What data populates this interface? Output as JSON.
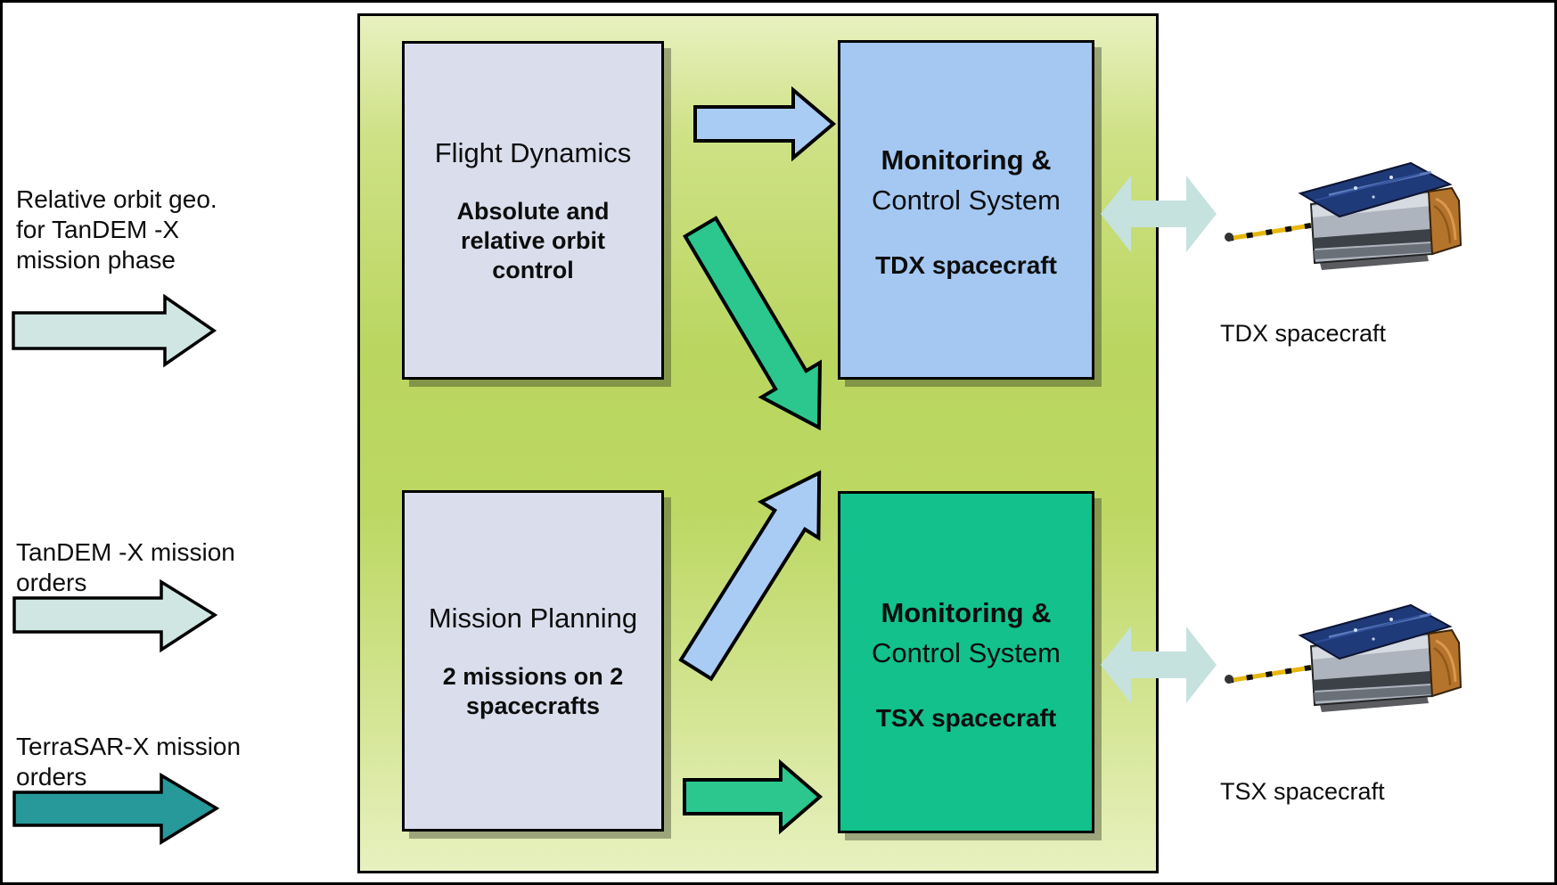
{
  "figure": {
    "description_colors": {
      "panel_green_mid": "#b9d65f",
      "panel_green_edge": "#e8f1c0",
      "box_lavender": "#dadeec",
      "box_blue": "#a4c8f2",
      "box_green": "#12c18b",
      "arrow_blue": "#a9ccf5",
      "arrow_green": "#2bc78f",
      "arrow_pale_cyan": "#cfe6e2",
      "arrow_teal": "#28999b",
      "arrow_spacecraft_link": "#c6e2df",
      "border": "#000000"
    }
  },
  "left_panel": {
    "items": [
      {
        "id": "relative-orbit-geo",
        "label": "Relative orbit geo.\nfor TanDEM -X\nmission phase",
        "arrow": "pale-cyan-right-arrow",
        "arrow_color": "#cfe6e2"
      },
      {
        "id": "tandem-x-orders",
        "label": "TanDEM -X mission\norders",
        "arrow": "pale-cyan-right-arrow",
        "arrow_color": "#cfe6e2"
      },
      {
        "id": "terrasar-x-orders",
        "label": "TerraSAR-X mission\norders",
        "arrow": "teal-right-arrow",
        "arrow_color": "#28999b"
      }
    ]
  },
  "ground_segment": {
    "boxes": [
      {
        "id": "flight-dynamics",
        "title": "Flight Dynamics",
        "subtitle": "Absolute and\nrelative orbit\ncontrol",
        "fill": "#dadeec"
      },
      {
        "id": "mcs-tdx",
        "title_bold": "Monitoring &",
        "title_rest": "Control System",
        "subtitle": "TDX spacecraft",
        "fill": "#a4c8f2"
      },
      {
        "id": "mission-planning",
        "title": "Mission Planning",
        "subtitle": "2 missions on 2\nspacecrafts",
        "fill": "#dadeec"
      },
      {
        "id": "mcs-tsx",
        "title_bold": "Monitoring &",
        "title_rest": "Control System",
        "subtitle": "TSX spacecraft",
        "fill": "#12c18b"
      }
    ],
    "arrows": [
      {
        "name": "flight-dynamics-to-mcs-tdx-arrow",
        "color": "#a9ccf5"
      },
      {
        "name": "flight-dynamics-to-mcs-tsx-arrow",
        "color": "#2bc78f"
      },
      {
        "name": "mission-planning-to-mcs-tdx-arrow",
        "color": "#a9ccf5"
      },
      {
        "name": "mission-planning-to-mcs-tsx-arrow",
        "color": "#2bc78f"
      },
      {
        "name": "mcs-tdx-to-tdx-spacecraft-arrow",
        "color": "#c6e2df"
      },
      {
        "name": "mcs-tsx-to-tsx-spacecraft-arrow",
        "color": "#c6e2df"
      }
    ]
  },
  "spacecraft": [
    {
      "id": "tdx",
      "label": "TDX spacecraft"
    },
    {
      "id": "tsx",
      "label": "TSX spacecraft"
    }
  ]
}
